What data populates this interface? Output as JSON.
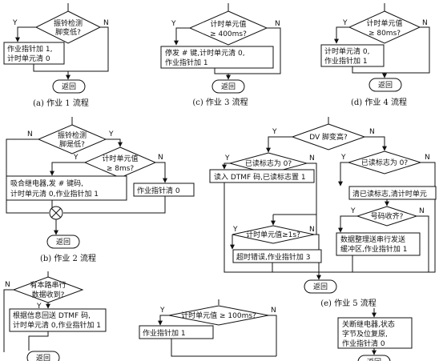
{
  "yes": "Y",
  "no": "N",
  "ret": "返回",
  "f1": {
    "caption": "(a) 作业 1 流程",
    "dec": [
      "振铃检测",
      "脚变低?"
    ],
    "box": [
      "作业指针加 1,",
      "计时单元清 0"
    ]
  },
  "f2": {
    "caption": "(b) 作业 2 流程",
    "dec1": [
      "振铃检测",
      "脚是低?"
    ],
    "dec2": [
      "计时单元值",
      "≥ 8ms?"
    ],
    "box1": [
      "吸合继电器,发 # 键码,",
      "计时单元清 0,作业指针加 1"
    ],
    "box2": [
      "作业指针清 0"
    ]
  },
  "f3": {
    "caption": "(c) 作业 3 流程",
    "dec": [
      "计时单元值",
      "≥ 400ms?"
    ],
    "box": [
      "停发 # 键,计时单元清 0,",
      "作业指针加 1"
    ]
  },
  "f4": {
    "caption": "(d) 作业 4 流程",
    "dec": [
      "计时单元值",
      "≥ 80ms?"
    ],
    "box": [
      "计时单元清 0,",
      "作业指针加 1"
    ]
  },
  "f5": {
    "caption": "(e) 作业 5 流程",
    "dec_top": [
      "DV 脚变高?"
    ],
    "dec_left": [
      "已读标志为 0?"
    ],
    "dec_right": [
      "已读标志为 0?"
    ],
    "box_read": [
      "读入 DTMF 码,已读标志置 1"
    ],
    "box_clear": [
      "清已读标志,清计时单元"
    ],
    "dec_done": [
      "号码收齐?"
    ],
    "box_send": [
      "数据整理送串行发送",
      "缓冲区,作业指针加 1"
    ],
    "dec_timeout": [
      "计时单元值≥1s?"
    ],
    "box_timeout": [
      "超时错误,作业指针加 3"
    ]
  },
  "f6": {
    "dec": [
      "有本路串行",
      "数据收到?"
    ],
    "box": [
      "根据信息回送 DTMF 码,",
      "计时单元清 0,作业指针加 1"
    ]
  },
  "f7": {
    "dec": [
      "计时单元值 ≥ 100ms?"
    ],
    "box": [
      "作业指针加 1"
    ]
  },
  "f8": {
    "box": [
      "关断继电器,状态",
      "字节及位复原,",
      "作业指针清 0"
    ]
  }
}
